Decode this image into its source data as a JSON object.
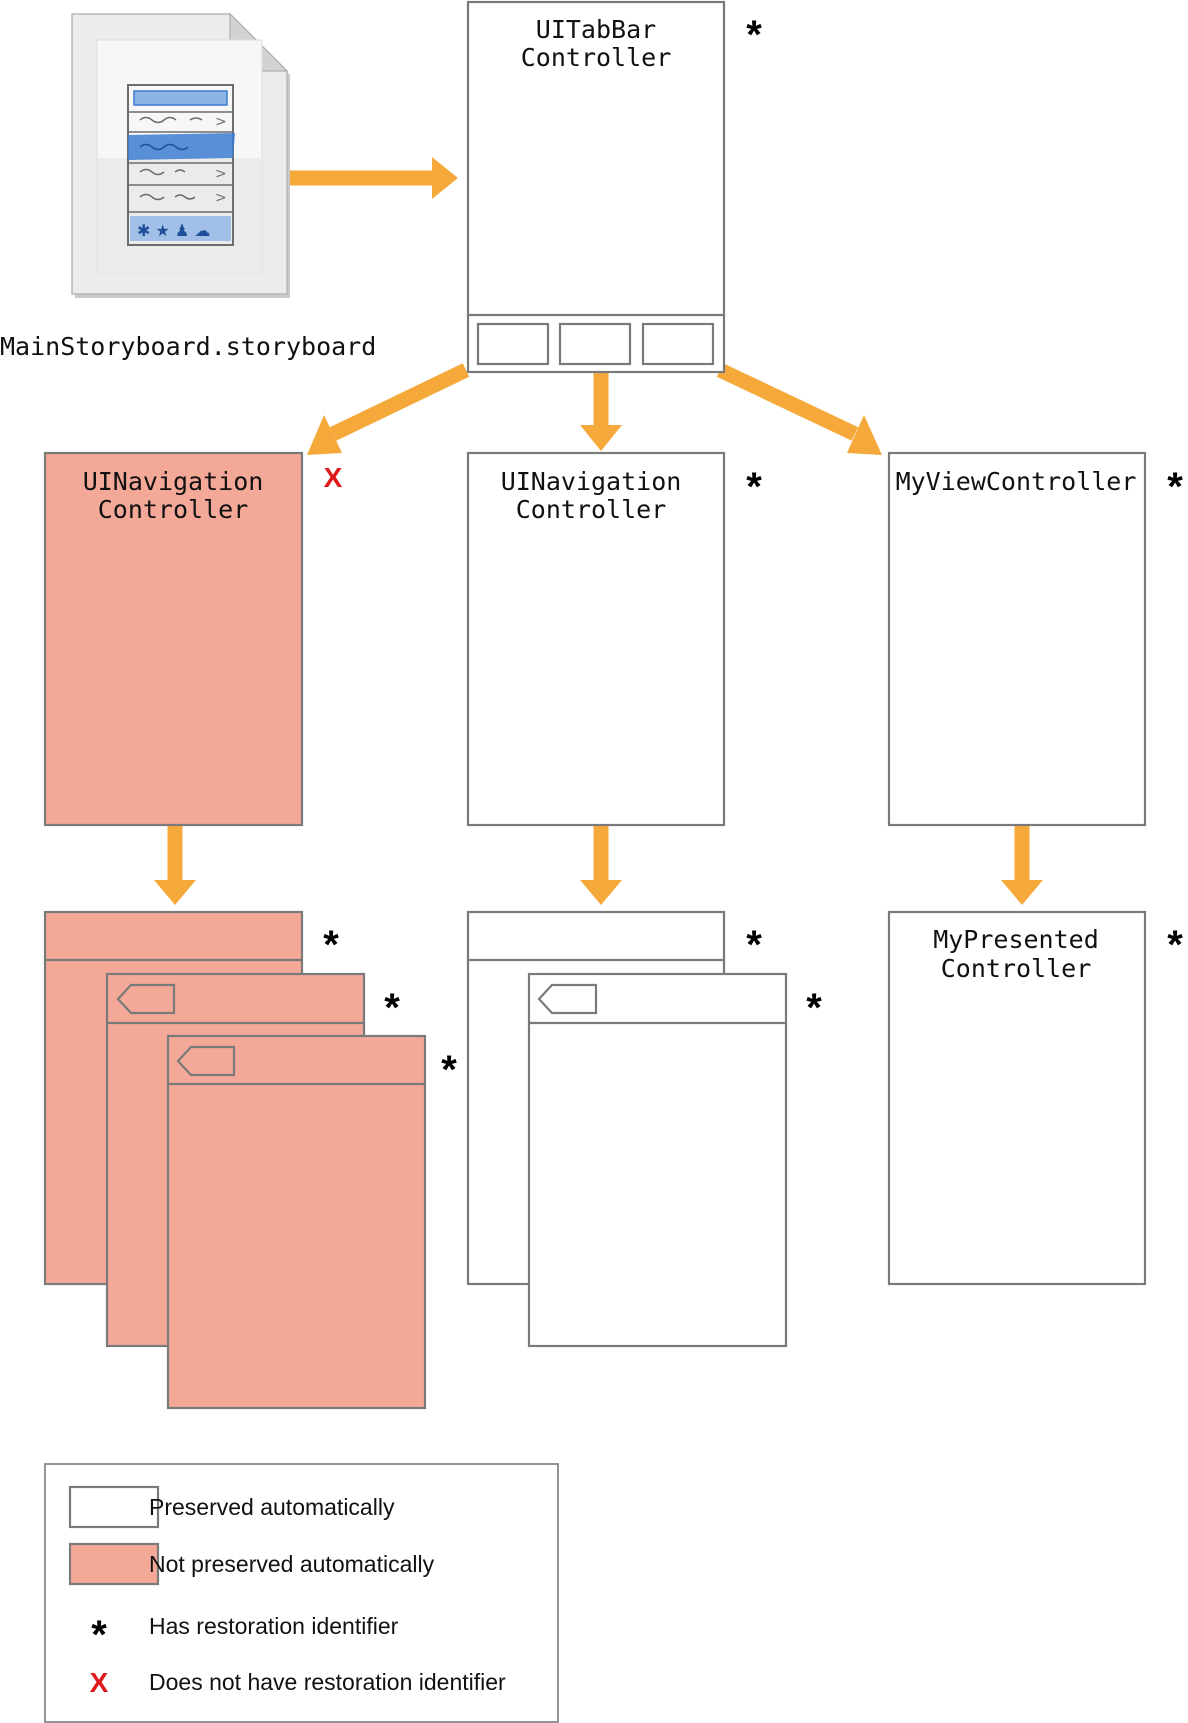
{
  "storyboard": {
    "file_label": "MainStoryboard.storyboard",
    "icon": "storyboard-file-icon"
  },
  "nodes": {
    "tabbar": {
      "line1": "UITabBar",
      "line2": "Controller",
      "mark": "*"
    },
    "nav_left": {
      "line1": "UINavigation",
      "line2": "Controller",
      "mark": "X"
    },
    "nav_mid": {
      "line1": "UINavigation",
      "line2": "Controller",
      "mark": "*"
    },
    "myview": {
      "line1": "MyViewController",
      "mark": "*"
    },
    "presented": {
      "line1": "MyPresented",
      "line2": "Controller",
      "mark": "*"
    }
  },
  "stack_left_marks": [
    "*",
    "*",
    "*"
  ],
  "stack_mid_marks": [
    "*",
    "*"
  ],
  "legend": {
    "items": [
      {
        "label": "Preserved automatically"
      },
      {
        "label": "Not preserved automatically"
      },
      {
        "symbol": "*",
        "label": "Has restoration identifier"
      },
      {
        "symbol": "X",
        "label": "Does not have restoration identifier"
      }
    ]
  },
  "colors": {
    "arrow": "#f6a93b",
    "not_preserved_fill": "#f4a897",
    "box_stroke": "#7a7a7a",
    "x_mark": "#e0191b"
  }
}
